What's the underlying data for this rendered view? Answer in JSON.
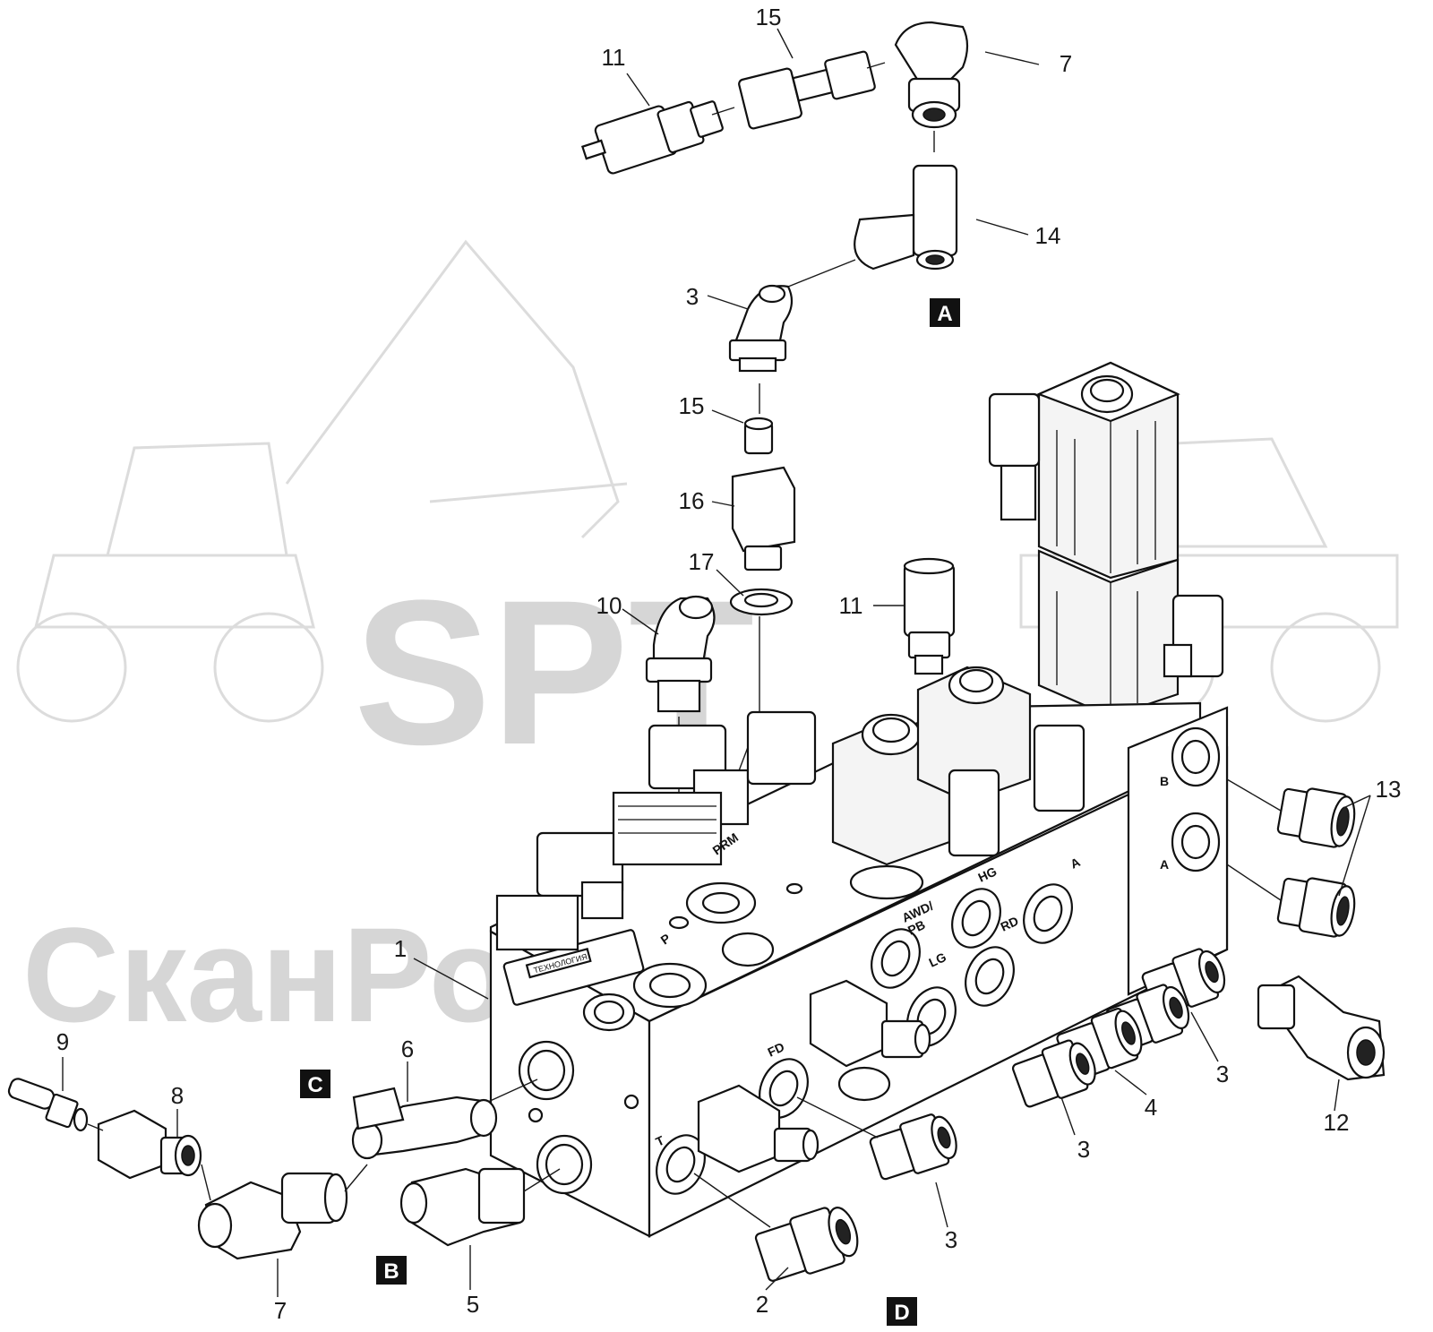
{
  "watermark": {
    "latin": "SPT",
    "cyrillic": "СканРорТек"
  },
  "section_badges": [
    "A",
    "B",
    "C",
    "D"
  ],
  "port_labels": {
    "prm": "PRM",
    "p": "P",
    "awd_pb": "AWD/\nPB",
    "hg": "HG",
    "rd": "RD",
    "lg": "LG",
    "a_top": "A",
    "fd": "FD",
    "t": "T",
    "b_side": "B",
    "a_side": "A"
  },
  "callouts": {
    "c11_top": "11",
    "c15_top": "15",
    "c7_top": "7",
    "c14": "14",
    "c3_upper": "3",
    "c15_mid": "15",
    "c16": "16",
    "c17": "17",
    "c10": "10",
    "c11_mid": "11",
    "c13": "13",
    "c1": "1",
    "c9": "9",
    "c8": "8",
    "c6": "6",
    "c7_bottom": "7",
    "c5": "5",
    "c2": "2",
    "c3_fd": "3",
    "c3_center": "3",
    "c4": "4",
    "c3_right": "3",
    "c12": "12"
  },
  "nameplate_text": "ТЕХНОЛОГИЯ"
}
